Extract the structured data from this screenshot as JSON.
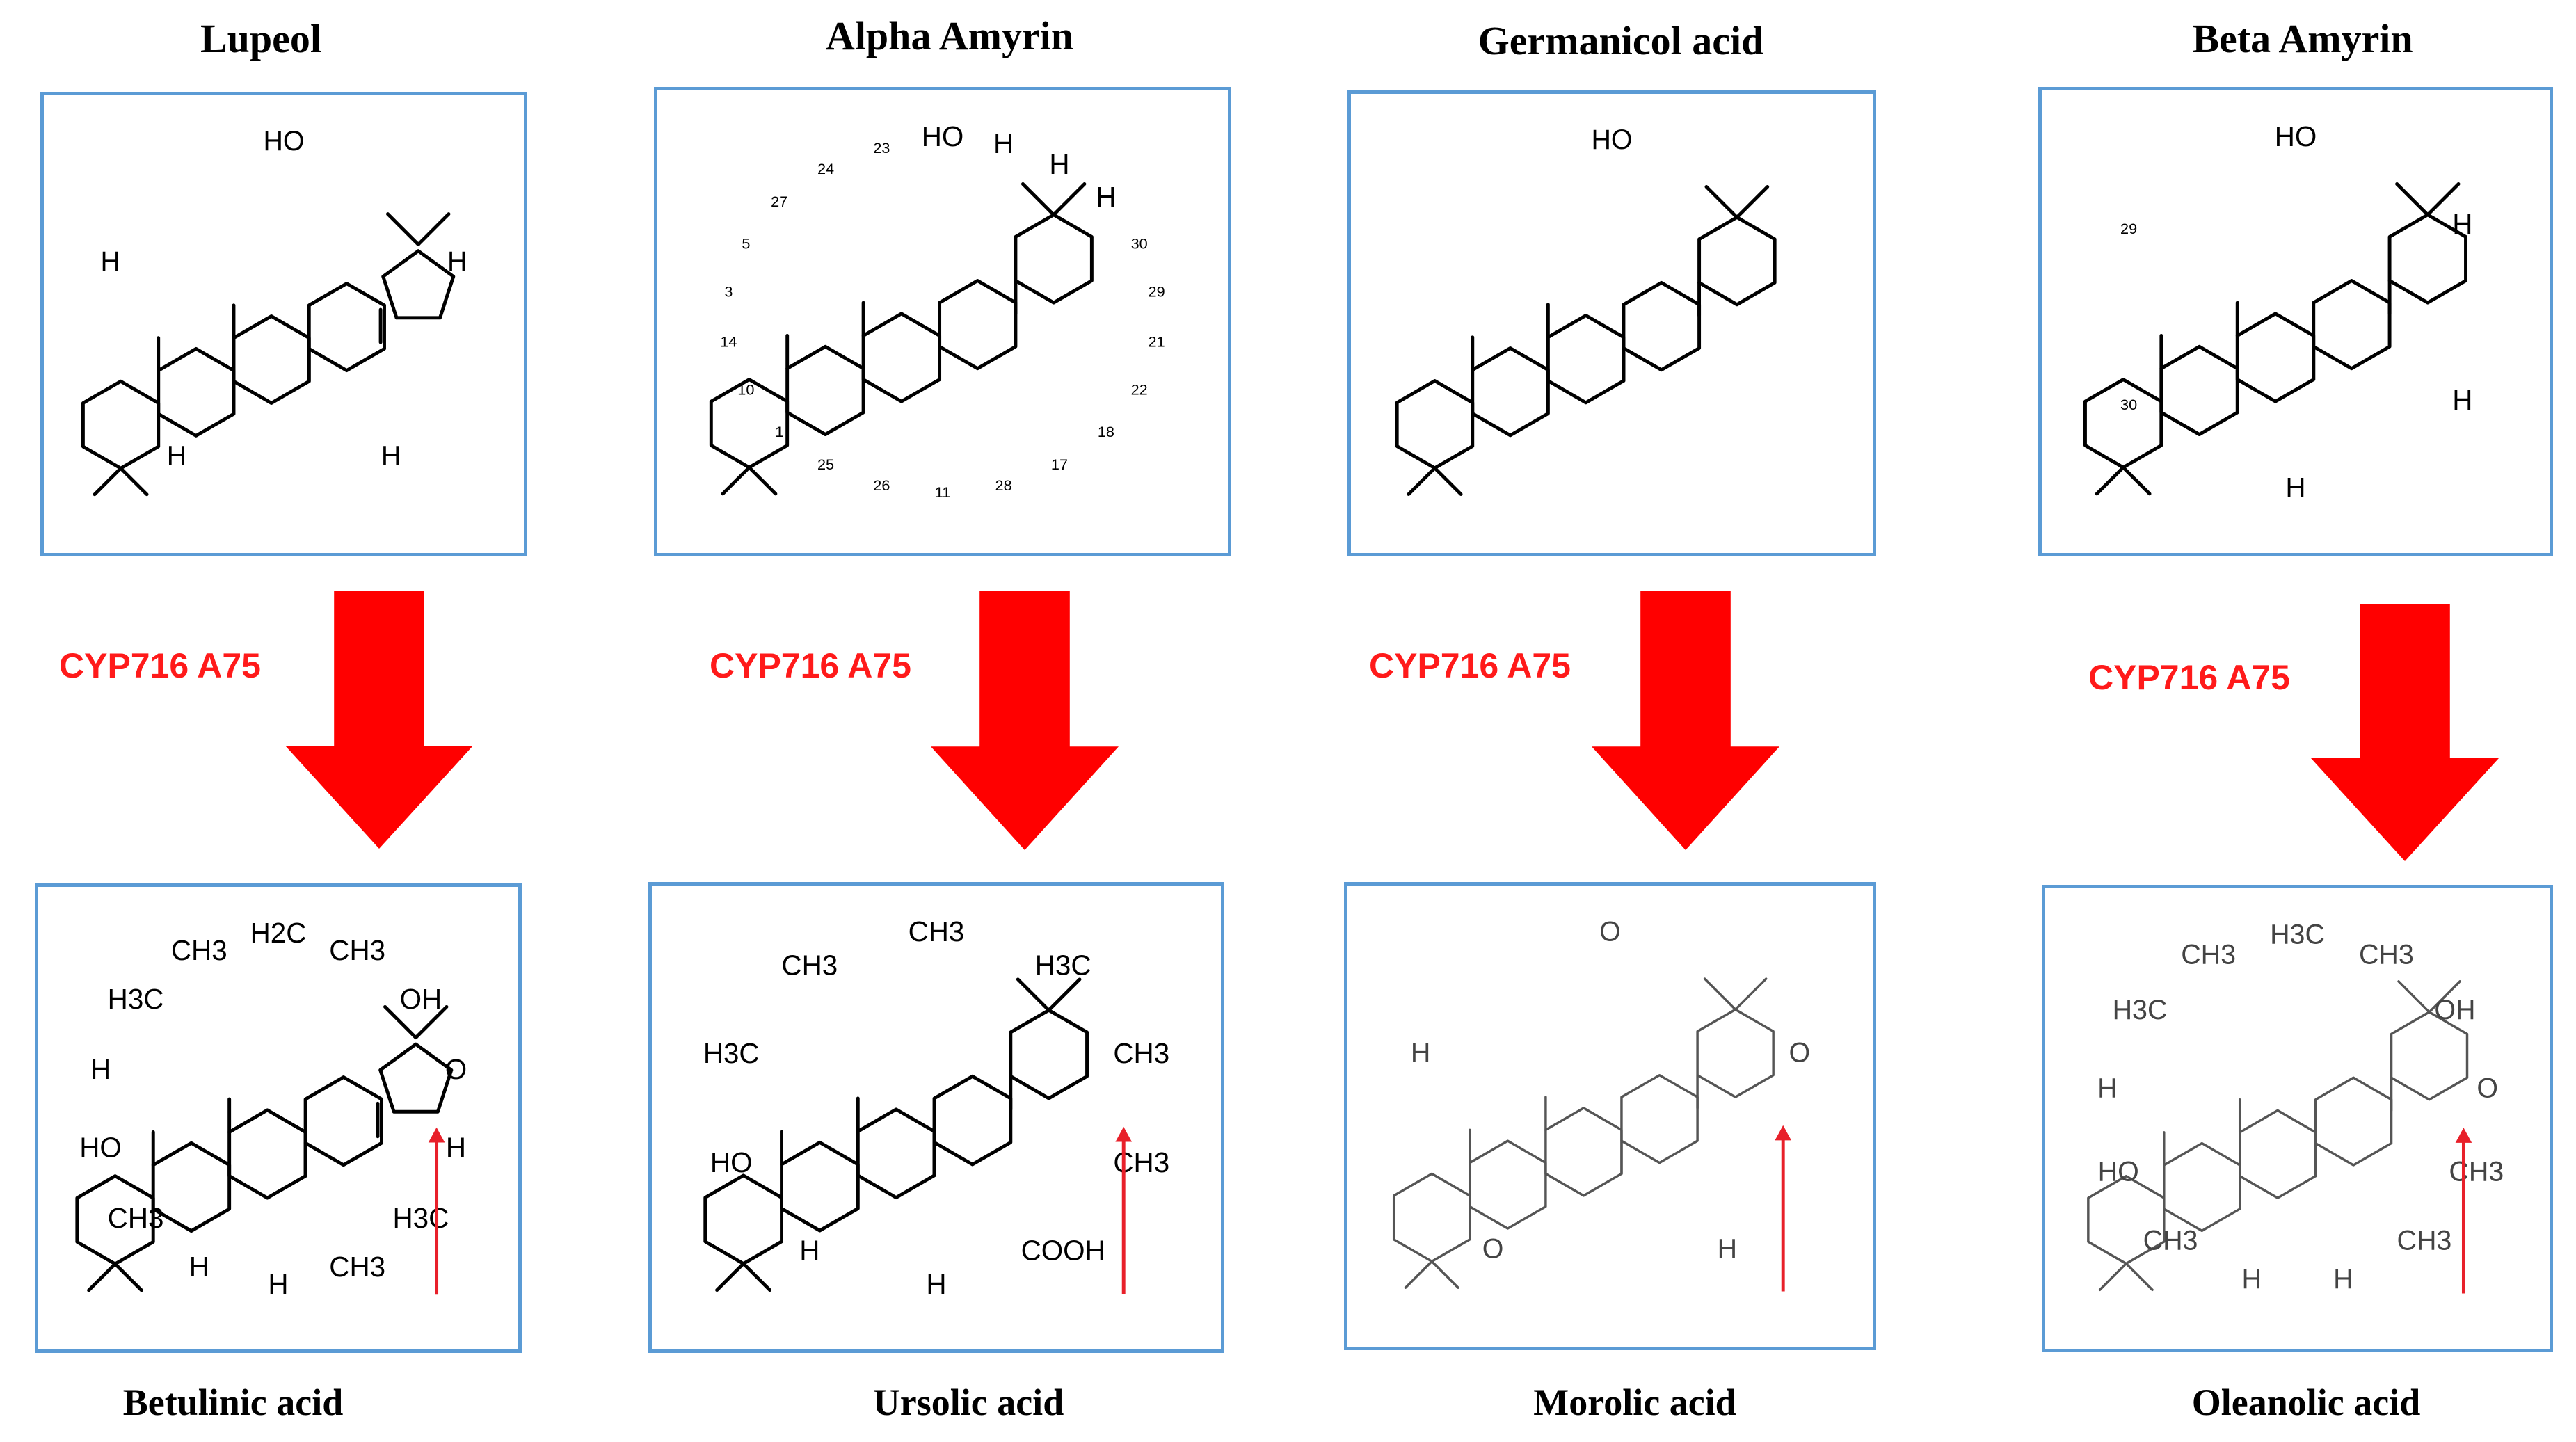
{
  "pathways": [
    {
      "substrate": "Lupeol",
      "enzyme": "CYP716 A75",
      "product": "Betulinic acid",
      "substrate_atoms": [
        "HO",
        "H",
        "H",
        "H",
        "H"
      ],
      "product_atoms": [
        "H2C",
        "CH3",
        "OH",
        "O",
        "H",
        "H3C",
        "CH3",
        "H",
        "H",
        "CH3",
        "HO",
        "H",
        "H3C",
        "CH3"
      ]
    },
    {
      "substrate": "Alpha Amyrin",
      "enzyme": "CYP716 A75",
      "product": "Ursolic acid",
      "substrate_atoms": [
        "HO",
        "H",
        "H",
        "H",
        "30",
        "29",
        "21",
        "22",
        "18",
        "17",
        "28",
        "11",
        "26",
        "25",
        "1",
        "10",
        "14",
        "3",
        "5",
        "27",
        "24",
        "23"
      ],
      "product_atoms": [
        "CH3",
        "H3C",
        "CH3",
        "CH3",
        "COOH",
        "H",
        "H",
        "HO",
        "H3C",
        "CH3"
      ]
    },
    {
      "substrate": "Germanicol acid",
      "enzyme": "CYP716 A75",
      "product": "Morolic acid",
      "substrate_atoms": [
        "HO"
      ],
      "product_atoms": [
        "O",
        "O",
        "H",
        "O",
        "H"
      ]
    },
    {
      "substrate": "Beta Amyrin",
      "enzyme": "CYP716 A75",
      "product": "Oleanolic acid",
      "substrate_atoms": [
        "HO",
        "H",
        "H",
        "H",
        "30",
        "29"
      ],
      "product_atoms": [
        "H3C",
        "CH3",
        "OH",
        "O",
        "CH3",
        "CH3",
        "H",
        "H",
        "CH3",
        "HO",
        "H",
        "H3C",
        "CH3"
      ]
    }
  ],
  "colors": {
    "box_border": "#5b9bd5",
    "arrow_fill": "#ff0000",
    "enzyme_text": "#ff1a1a",
    "indicator_arrow": "#e8202a"
  },
  "icons": {
    "conversion_arrow": "large-red-down-arrow-icon",
    "indicator_arrow": "thin-red-up-arrow-icon"
  }
}
